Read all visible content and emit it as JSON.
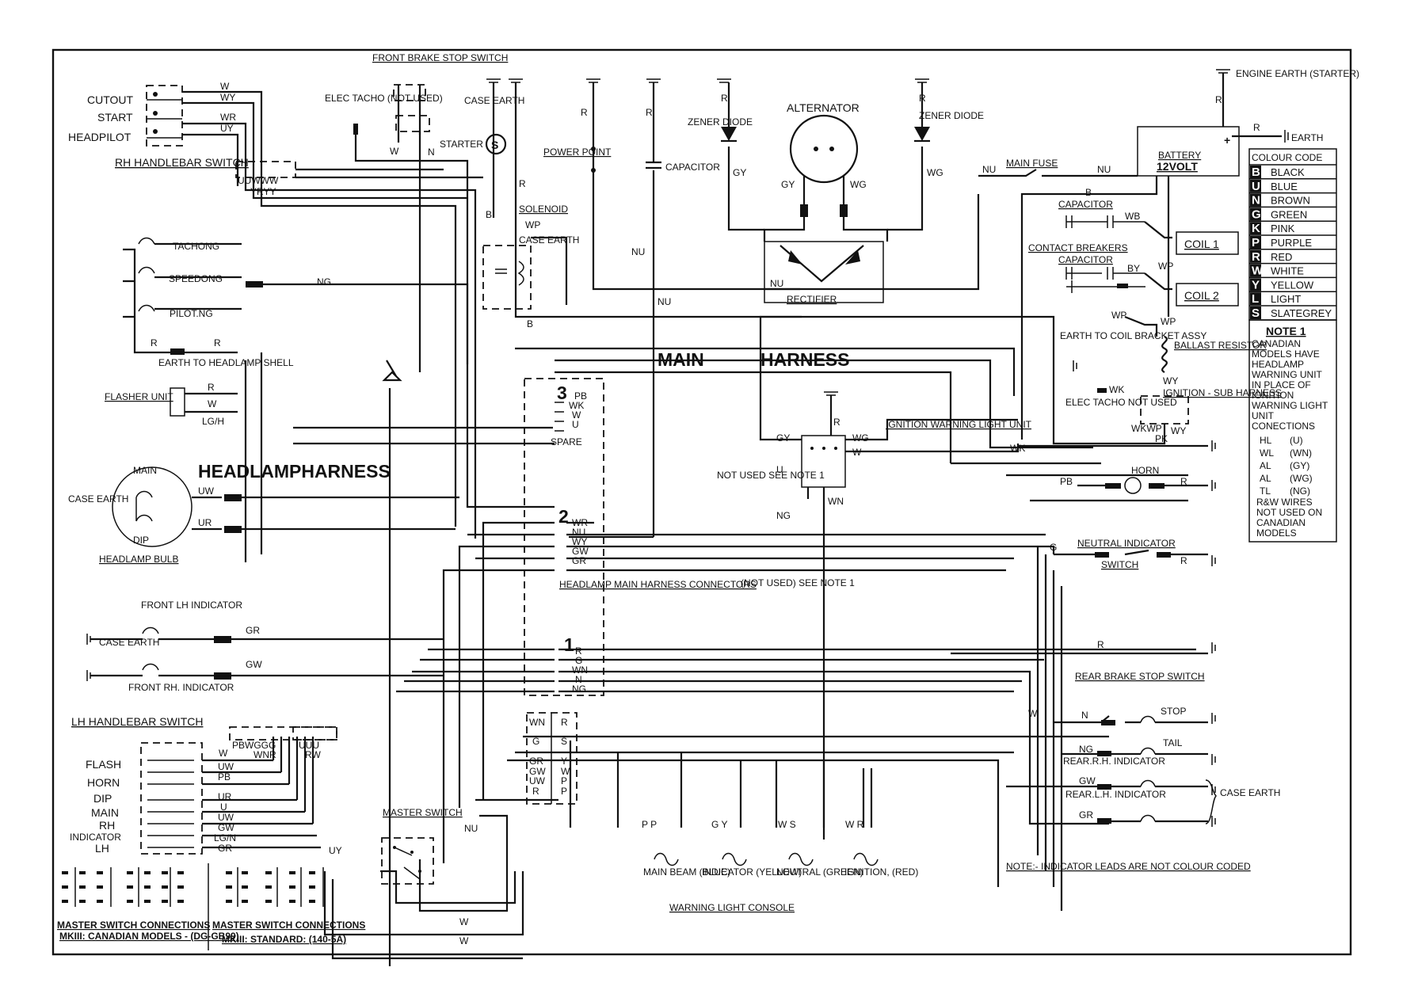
{
  "switches": {
    "rh_handlebar": {
      "title": "RH HANDLEBAR SWITCH",
      "positions": [
        "CUTOUT",
        "START",
        "HEADPILOT"
      ],
      "wires": [
        "W",
        "WY",
        "WR",
        "UY"
      ],
      "plug_top": "UUWWW",
      "plug_bottom": "YRYY"
    },
    "front_brake": "FRONT BRAKE STOP SWITCH",
    "elec_tacho": "ELEC TACHO (NOT USED)",
    "lh_handlebar": {
      "title": "LH HANDLEBAR SWITCH",
      "positions": [
        "FLASH",
        "HORN",
        "DIP",
        "MAIN",
        "RH",
        "INDICATOR",
        "LH"
      ],
      "wires": [
        "W",
        "UW",
        "PB",
        "UR",
        "U",
        "UW",
        "GW",
        "LG/N",
        "GR"
      ],
      "plug_a": "PBWGGG",
      "plug_b": "WNR",
      "plug_c": "UUU",
      "plug_d": "RW"
    },
    "master": "MASTER SWITCH"
  },
  "top": {
    "case_earth": "CASE EARTH",
    "starter": "STARTER",
    "solenoid": "SOLENOID",
    "solenoid_case_earth": "CASE EARTH",
    "power_point": "POWER POINT",
    "capacitor": "CAPACITOR",
    "zener_diode": "ZENER DIODE",
    "alternator": "ALTERNATOR",
    "rectifier": "RECTIFIER",
    "engine_earth": "ENGINE EARTH (STARTER)",
    "main_fuse": "MAIN FUSE",
    "battery": "BATTERY",
    "battery_volt": "12VOLT",
    "earth": "EARTH"
  },
  "ignition": {
    "capacitor": "CAPACITOR",
    "contact_breakers": "CONTACT BREAKERS",
    "coil1": "COIL 1",
    "coil2": "COIL 2",
    "earth_coil": "EARTH TO COIL BRACKET ASSY",
    "ballast": "BALLAST RESISTOR",
    "sub_harness": "IGNITION - SUB HARNESS",
    "elec_tacho": "ELEC TACHO NOT USED",
    "warning_unit": "IGNITION WARNING LIGHT UNIT"
  },
  "harness": {
    "main": "MAIN",
    "harness": "HARNESS",
    "headlamp": "HEADLAMPHARNESS",
    "connectors": "HEADLAMP MAIN HARNESS CONNECTORS"
  },
  "connectors": {
    "c3": {
      "num": "3",
      "wires": [
        "PB",
        "WK",
        "W",
        "U"
      ],
      "spare": "SPARE"
    },
    "c2": {
      "num": "2",
      "wires": [
        "WR",
        "NU",
        "WY",
        "GW",
        "GR"
      ]
    },
    "c1": {
      "num": "1",
      "wires": [
        "R",
        "G",
        "WN",
        "N",
        "NG"
      ]
    },
    "c4": {
      "left": [
        "WN",
        "G",
        "GR",
        "GW",
        "UW",
        "R"
      ],
      "right": [
        "R",
        "S",
        "Y",
        "W",
        "P",
        "P"
      ]
    }
  },
  "headlamp": {
    "tacho": "TACHONG",
    "speedo": "SPEEDONG",
    "pilot": "PILOT.NG",
    "earth_shell": "EARTH TO HEADLAMP SHELL",
    "flasher": "FLASHER UNIT",
    "main": "MAIN",
    "dip": "DIP",
    "bulb": "HEADLAMP BULB",
    "case_earth": "CASE EARTH",
    "front_lh": "FRONT LH INDICATOR",
    "front_rh": "FRONT RH. INDICATOR",
    "case_earth2": "CASE EARTH"
  },
  "right": {
    "horn": "HORN",
    "neutral": "NEUTRAL INDICATOR",
    "neutral_switch": "SWITCH",
    "rear_brake": "REAR BRAKE STOP SWITCH",
    "stop": "STOP",
    "tail": "TAIL",
    "rear_rh": "REAR.R.H. INDICATOR",
    "rear_lh": "REAR.L.H. INDICATOR",
    "case_earth": "CASE EARTH"
  },
  "notes": {
    "not_used": "NOT USED SEE NOTE 1",
    "not_used2": "(NOT USED) SEE NOTE 1",
    "bottom": "NOTE:- INDICATOR LEADS ARE NOT COLOUR CODED"
  },
  "console": {
    "title": "WARNING LIGHT CONSOLE",
    "lamps": [
      {
        "label": "MAIN BEAM (BLUE)",
        "wires": "P P"
      },
      {
        "label": "INDICATOR (YELLOW)",
        "wires": "G Y"
      },
      {
        "label": "NEUTRAL (GREEN)",
        "wires": "W S"
      },
      {
        "label": "IGNITION, (RED)",
        "wires": "W R"
      }
    ]
  },
  "bottom_labels": {
    "canadian": "MASTER SWITCH CONNECTIONS",
    "canadian_sub": "MKIII: CANADIAN MODELS - (DG-GB99)",
    "standard": "MASTER SWITCH CONNECTIONS",
    "standard_sub": "MKIII: STANDARD: (140-5A)"
  },
  "colour_code": {
    "title": "COLOUR CODE",
    "rows": [
      {
        "k": "B",
        "v": "BLACK"
      },
      {
        "k": "U",
        "v": "BLUE"
      },
      {
        "k": "N",
        "v": "BROWN"
      },
      {
        "k": "G",
        "v": "GREEN"
      },
      {
        "k": "K",
        "v": "PINK"
      },
      {
        "k": "P",
        "v": "PURPLE"
      },
      {
        "k": "R",
        "v": "RED"
      },
      {
        "k": "W",
        "v": "WHITE"
      },
      {
        "k": "Y",
        "v": "YELLOW"
      },
      {
        "k": "L",
        "v": "LIGHT"
      },
      {
        "k": "S",
        "v": "SLATEGREY"
      }
    ]
  },
  "note1": {
    "title": "NOTE 1",
    "text": [
      "CANADIAN",
      "MODELS HAVE",
      "HEADLAMP",
      "WARNING UNIT",
      "IN PLACE OF",
      "IGNITION",
      "WARNING LIGHT",
      "UNIT",
      "CONECTIONS"
    ],
    "conn": [
      {
        "a": "HL",
        "b": "(U)"
      },
      {
        "a": "WL",
        "b": "(WN)"
      },
      {
        "a": "AL",
        "b": "(GY)"
      },
      {
        "a": "AL",
        "b": "(WG)"
      },
      {
        "a": "TL",
        "b": "(NG)"
      }
    ],
    "foot": [
      "R&W WIRES",
      "NOT USED ON",
      "CANADIAN",
      "MODELS"
    ]
  }
}
